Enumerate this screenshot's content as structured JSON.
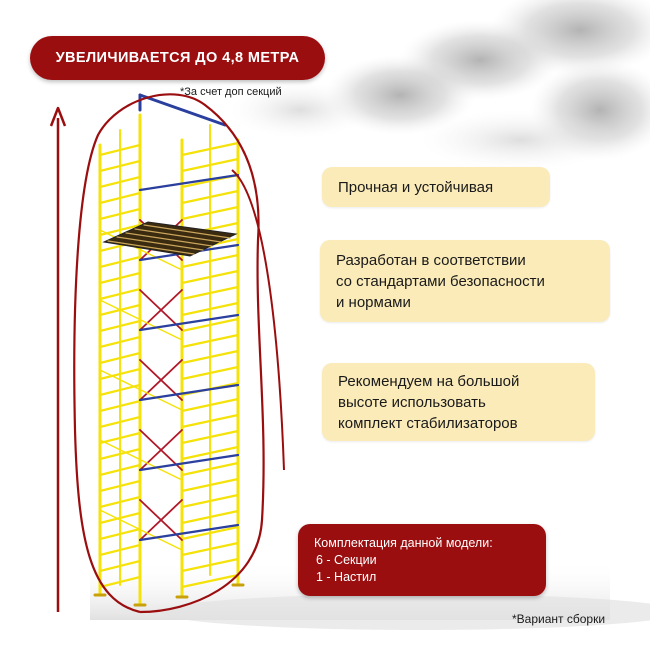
{
  "header": {
    "banner": "УВЕЛИЧИВАЕТСЯ ДО 4,8 МЕТРА",
    "banner_note": "*За счет доп секций"
  },
  "features": [
    {
      "text": "Прочная и устойчивая"
    },
    {
      "text": "Разработан в соответствии\nсо стандартами безопасности\nи нормами"
    },
    {
      "text": "Рекомендуем на большой\nвысоте использовать\nкомплект стабилизаторов"
    }
  ],
  "kit": {
    "title": "Комплектация данной модели:",
    "items": [
      "6 - Секции",
      "1 - Настил"
    ]
  },
  "footer_note": "*Вариант сборки",
  "colors": {
    "accent": "#9b0e10",
    "feature_bg": "#faebb8",
    "frame_yellow": "#f5e20a",
    "brace_blue": "#2b3f9e",
    "brace_red": "#b0182a"
  },
  "icons": {
    "height_arrow": "arrow-up-icon"
  }
}
